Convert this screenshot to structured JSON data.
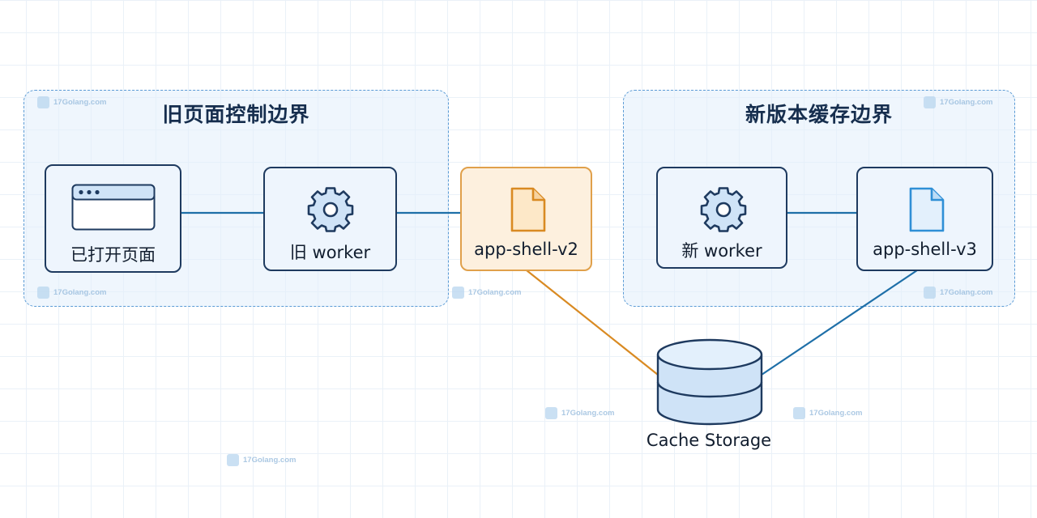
{
  "boundaries": {
    "old_page": {
      "title": "旧页面控制边界"
    },
    "new_version": {
      "title": "新版本缓存边界"
    }
  },
  "nodes": {
    "open_page": {
      "label": "已打开页面",
      "icon": "browser-window-icon"
    },
    "old_worker": {
      "label": "旧 worker",
      "icon": "gear-icon"
    },
    "app_shell_v2": {
      "label": "app-shell-v2",
      "icon": "file-icon"
    },
    "new_worker": {
      "label": "新 worker",
      "icon": "gear-icon"
    },
    "app_shell_v3": {
      "label": "app-shell-v3",
      "icon": "file-icon"
    },
    "cache_storage": {
      "label": "Cache Storage",
      "icon": "database-icon"
    }
  },
  "watermark": {
    "text": "17Golang.com"
  },
  "colors": {
    "boundary": "#5b9bd5",
    "node_border": "#1e3a5f",
    "v2_accent": "#e0a04a",
    "v3_accent": "#2f8fd6",
    "connector": "#1e6fa8",
    "v2_connector": "#d98a22"
  }
}
